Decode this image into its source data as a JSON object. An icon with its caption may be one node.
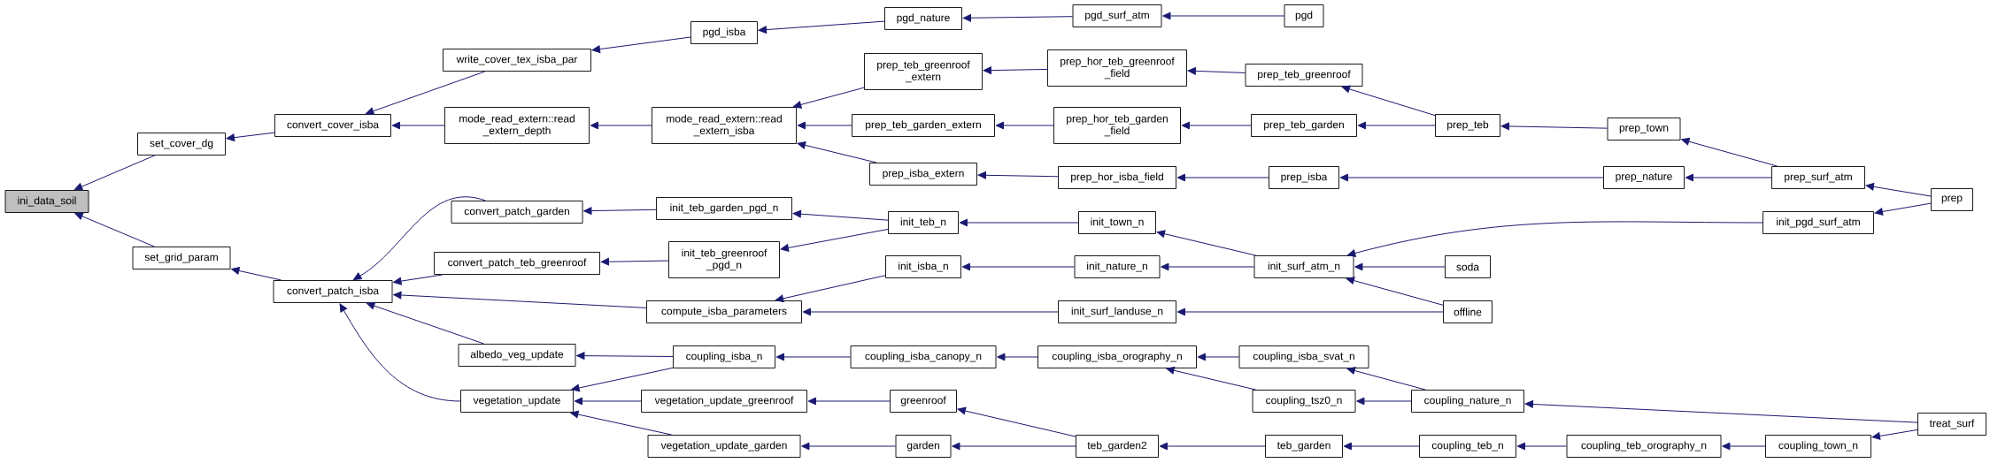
{
  "diagram": {
    "nodes": [
      {
        "text": [
          "ini_data_soil"
        ]
      },
      {
        "text": [
          "set_cover_dg"
        ]
      },
      {
        "text": [
          "set_grid_param"
        ]
      },
      {
        "text": [
          "convert_cover_isba"
        ]
      },
      {
        "text": [
          "convert_patch_isba"
        ]
      },
      {
        "text": [
          "write_cover_tex_isba_par"
        ]
      },
      {
        "text": [
          "mode_read_extern::read _extern_depth"
        ]
      },
      {
        "text": [
          "convert_patch_garden"
        ]
      },
      {
        "text": [
          "convert_patch_teb_greenroof"
        ]
      },
      {
        "text": [
          "albedo_veg_update"
        ]
      },
      {
        "text": [
          "vegetation_update"
        ]
      },
      {
        "text": [
          "pgd_isba"
        ]
      },
      {
        "text": [
          "mode_read_extern::read _extern_isba"
        ]
      },
      {
        "text": [
          "init_teb_garden_pgd_n"
        ]
      },
      {
        "text": [
          "init_teb_greenroof _pgd_n"
        ]
      },
      {
        "text": [
          "compute_isba_parameters"
        ]
      },
      {
        "text": [
          "coupling_isba_n"
        ]
      },
      {
        "text": [
          "vegetation_update_greenroof"
        ]
      },
      {
        "text": [
          "vegetation_update_garden"
        ]
      },
      {
        "text": [
          "pgd_nature"
        ]
      },
      {
        "text": [
          "prep_teb_greenroof _extern"
        ]
      },
      {
        "text": [
          "prep_teb_garden_extern"
        ]
      },
      {
        "text": [
          "prep_isba_extern"
        ]
      },
      {
        "text": [
          "init_teb_n"
        ]
      },
      {
        "text": [
          "init_isba_n"
        ]
      },
      {
        "text": [
          "coupling_isba_canopy_n"
        ]
      },
      {
        "text": [
          "greenroof"
        ]
      },
      {
        "text": [
          "garden"
        ]
      },
      {
        "text": [
          "pgd_surf_atm"
        ]
      },
      {
        "text": [
          "prep_hor_teb_greenroof _field"
        ]
      },
      {
        "text": [
          "prep_hor_teb_garden _field"
        ]
      },
      {
        "text": [
          "prep_hor_isba_field"
        ]
      },
      {
        "text": [
          "init_town_n"
        ]
      },
      {
        "text": [
          "init_nature_n"
        ]
      },
      {
        "text": [
          "init_surf_landuse_n"
        ]
      },
      {
        "text": [
          "coupling_isba_orography_n"
        ]
      },
      {
        "text": [
          "teb_garden2"
        ]
      },
      {
        "text": [
          "pgd"
        ]
      },
      {
        "text": [
          "prep_teb_greenroof"
        ]
      },
      {
        "text": [
          "prep_teb_garden"
        ]
      },
      {
        "text": [
          "prep_isba"
        ]
      },
      {
        "text": [
          "init_surf_atm_n"
        ]
      },
      {
        "text": [
          "coupling_isba_svat_n"
        ]
      },
      {
        "text": [
          "coupling_tsz0_n"
        ]
      },
      {
        "text": [
          "teb_garden"
        ]
      },
      {
        "text": [
          "prep_teb"
        ]
      },
      {
        "text": [
          "soda"
        ]
      },
      {
        "text": [
          "offline"
        ]
      },
      {
        "text": [
          "coupling_nature_n"
        ]
      },
      {
        "text": [
          "coupling_teb_n"
        ]
      },
      {
        "text": [
          "prep_town"
        ]
      },
      {
        "text": [
          "prep_nature"
        ]
      },
      {
        "text": [
          "coupling_teb_orography_n"
        ]
      },
      {
        "text": [
          "prep_surf_atm"
        ]
      },
      {
        "text": [
          "init_pgd_surf_atm"
        ]
      },
      {
        "text": [
          "coupling_town_n"
        ]
      },
      {
        "text": [
          "prep"
        ]
      },
      {
        "text": [
          "treat_surf"
        ]
      }
    ],
    "edges": [
      {
        "from": 1,
        "to": 0,
        "arrow": "to"
      },
      {
        "from": 2,
        "to": 0,
        "arrow": "to"
      },
      {
        "from": 3,
        "to": 1,
        "arrow": "to"
      },
      {
        "from": 4,
        "to": 2,
        "arrow": "to"
      },
      {
        "from": 5,
        "to": 3,
        "arrow": "to"
      },
      {
        "from": 6,
        "to": 3,
        "arrow": "to"
      },
      {
        "from": 7,
        "to": 4,
        "arrow": "to"
      },
      {
        "from": 8,
        "to": 4,
        "arrow": "to"
      },
      {
        "from": 15,
        "to": 4,
        "arrow": "to"
      },
      {
        "from": 9,
        "to": 4,
        "arrow": "to"
      },
      {
        "from": 10,
        "to": 4,
        "arrow": "to"
      },
      {
        "from": 11,
        "to": 5,
        "arrow": "to"
      },
      {
        "from": 12,
        "to": 6,
        "arrow": "to"
      },
      {
        "from": 13,
        "to": 7,
        "arrow": "to"
      },
      {
        "from": 14,
        "to": 8,
        "arrow": "to"
      },
      {
        "from": 16,
        "to": 9,
        "arrow": "to"
      },
      {
        "from": 16,
        "to": 10,
        "arrow": "to"
      },
      {
        "from": 17,
        "to": 10,
        "arrow": "to"
      },
      {
        "from": 18,
        "to": 10,
        "arrow": "to"
      },
      {
        "from": 19,
        "to": 11,
        "arrow": "to"
      },
      {
        "from": 20,
        "to": 12,
        "arrow": "to"
      },
      {
        "from": 21,
        "to": 12,
        "arrow": "to"
      },
      {
        "from": 22,
        "to": 12,
        "arrow": "to"
      },
      {
        "from": 23,
        "to": 13,
        "arrow": "to"
      },
      {
        "from": 23,
        "to": 14,
        "arrow": "to"
      },
      {
        "from": 24,
        "to": 15,
        "arrow": "to"
      },
      {
        "from": 34,
        "to": 15,
        "arrow": "to"
      },
      {
        "from": 25,
        "to": 16,
        "arrow": "to"
      },
      {
        "from": 26,
        "to": 17,
        "arrow": "to"
      },
      {
        "from": 27,
        "to": 18,
        "arrow": "to"
      },
      {
        "from": 28,
        "to": 19,
        "arrow": "to"
      },
      {
        "from": 29,
        "to": 20,
        "arrow": "to"
      },
      {
        "from": 30,
        "to": 21,
        "arrow": "to"
      },
      {
        "from": 31,
        "to": 22,
        "arrow": "to"
      },
      {
        "from": 32,
        "to": 23,
        "arrow": "to"
      },
      {
        "from": 33,
        "to": 24,
        "arrow": "to"
      },
      {
        "from": 35,
        "to": 25,
        "arrow": "to"
      },
      {
        "from": 36,
        "to": 26,
        "arrow": "to"
      },
      {
        "from": 36,
        "to": 27,
        "arrow": "to"
      },
      {
        "from": 37,
        "to": 28,
        "arrow": "to"
      },
      {
        "from": 38,
        "to": 29,
        "arrow": "to"
      },
      {
        "from": 39,
        "to": 30,
        "arrow": "to"
      },
      {
        "from": 40,
        "to": 31,
        "arrow": "to"
      },
      {
        "from": 41,
        "to": 32,
        "arrow": "to"
      },
      {
        "from": 41,
        "to": 33,
        "arrow": "to"
      },
      {
        "from": 47,
        "to": 34,
        "arrow": "to"
      },
      {
        "from": 42,
        "to": 35,
        "arrow": "to"
      },
      {
        "from": 43,
        "to": 35,
        "arrow": "to"
      },
      {
        "from": 44,
        "to": 36,
        "arrow": "to"
      },
      {
        "from": 45,
        "to": 38,
        "arrow": "to"
      },
      {
        "from": 45,
        "to": 39,
        "arrow": "to"
      },
      {
        "from": 51,
        "to": 40,
        "arrow": "to"
      },
      {
        "from": 54,
        "to": 41,
        "arrow": "to"
      },
      {
        "from": 46,
        "to": 41,
        "arrow": "to"
      },
      {
        "from": 47,
        "to": 41,
        "arrow": "to"
      },
      {
        "from": 48,
        "to": 42,
        "arrow": "to"
      },
      {
        "from": 48,
        "to": 43,
        "arrow": "to"
      },
      {
        "from": 49,
        "to": 44,
        "arrow": "to"
      },
      {
        "from": 50,
        "to": 45,
        "arrow": "to"
      },
      {
        "from": 53,
        "to": 50,
        "arrow": "to"
      },
      {
        "from": 53,
        "to": 51,
        "arrow": "to"
      },
      {
        "from": 52,
        "to": 49,
        "arrow": "to"
      },
      {
        "from": 55,
        "to": 52,
        "arrow": "to"
      },
      {
        "from": 56,
        "to": 53,
        "arrow": "to"
      },
      {
        "from": 56,
        "to": 54,
        "arrow": "to"
      },
      {
        "from": 57,
        "to": 48,
        "arrow": "to"
      },
      {
        "from": 57,
        "to": 55,
        "arrow": "to"
      }
    ]
  }
}
